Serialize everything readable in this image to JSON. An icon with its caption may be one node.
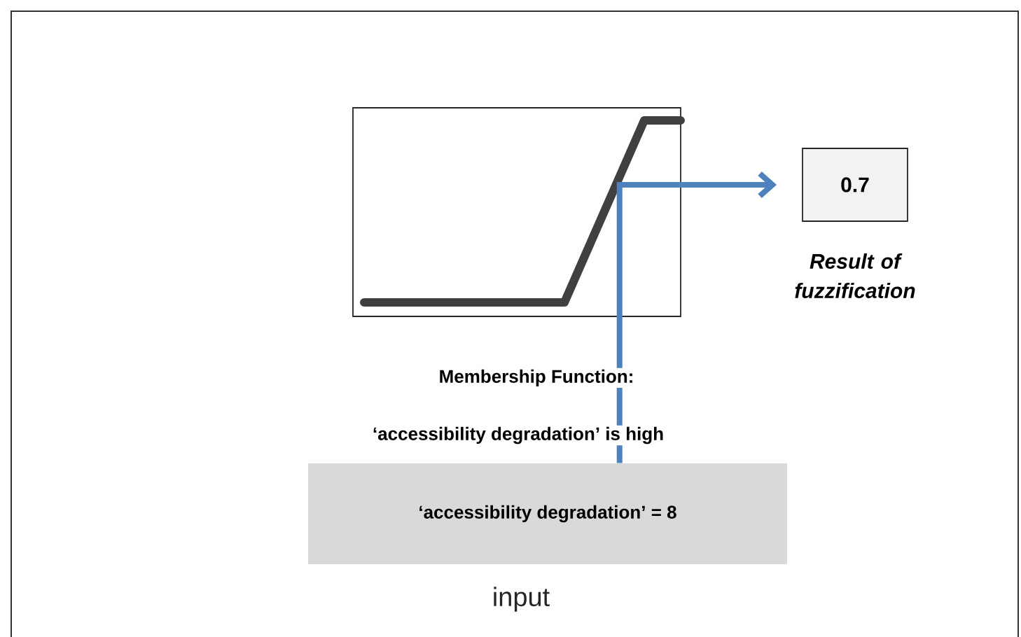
{
  "diagram": {
    "nodes": [
      {
        "text": [
          "‘accessibility degradation’ = 8"
        ],
        "beside": [
          "input"
        ]
      },
      {
        "text": [
          "0.7"
        ],
        "beside": [
          "Result of fuzzification"
        ]
      }
    ],
    "edges": [
      {
        "from": 0,
        "to": 1,
        "arrow": "to"
      }
    ],
    "labels": [
      "Membership Function:",
      "‘accessibility degradation’ is high"
    ]
  }
}
